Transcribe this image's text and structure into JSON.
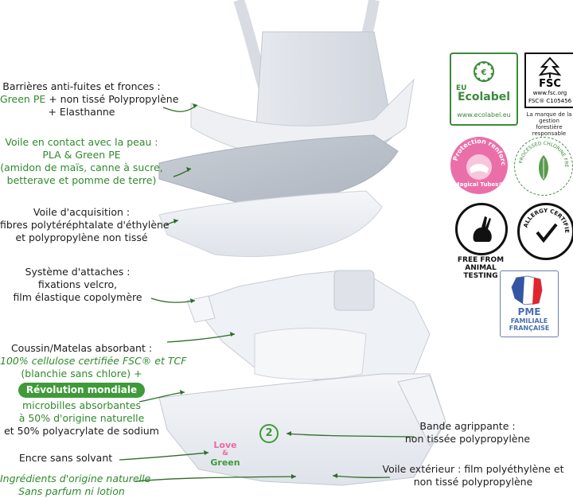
{
  "labels": {
    "barrieres": {
      "lines": [
        {
          "text": "Barrières anti-fuites et fronces :",
          "cls": ""
        },
        {
          "text": "Green PE + non tissé Polypropylène",
          "cls": "green-part"
        },
        {
          "text": "+ Elasthanne",
          "cls": ""
        }
      ]
    },
    "voile_peau": {
      "lines": [
        "Voile en contact avec la peau :",
        "PLA & Green PE",
        "(amidon de maïs, canne à sucre,",
        "betterave et pomme de terre)"
      ]
    },
    "voile_acquisition": {
      "lines": [
        "Voile d'acquisition :",
        "fibres polytéréphtalate d'éthylène",
        "et polypropylène non tissé"
      ]
    },
    "attaches": {
      "lines": [
        "Système d'attaches :",
        "fixations velcro,",
        "film élastique copolymère"
      ]
    },
    "coussin": {
      "line1": "Coussin/Matelas absorbant :",
      "line2": "100% cellulose certifiée FSC® et TCF",
      "line3": "(blanchie sans chlore) +",
      "pill": "Révolution mondiale",
      "line4": "microbilles absorbantes",
      "line5": "à 50% d'origine naturelle",
      "line6": "et 50% polyacrylate de sodium"
    },
    "encre": {
      "text": "Encre sans solvant"
    },
    "ingredients": {
      "lines": [
        "Ingrédients d'origine naturelle",
        "Sans parfum ni lotion"
      ]
    },
    "bande": {
      "lines": [
        "Bande agrippante :",
        "non tissée polypropylène"
      ]
    },
    "voile_ext": {
      "lines": [
        "Voile extérieur : film polyéthylène et",
        "non tissé polypropylène"
      ]
    }
  },
  "barrieres_green": "Green PE",
  "barrieres_rest": " + non tissé Polypropylène",
  "diaper_brand": {
    "line1": "Love",
    "amp": "&",
    "line2": "Green"
  },
  "diaper_number": "2",
  "logos": {
    "ecolabel": {
      "eu": "EU",
      "name": "Ecolabel",
      "url": "www.ecolabel.eu"
    },
    "fsc": {
      "name": "FSC",
      "url": "www.fsc.org",
      "code": "FSC® C105456",
      "caption": [
        "La marque de la",
        "gestion forestière",
        "responsable"
      ]
    },
    "protection": {
      "ring_text": "Protection renforcée",
      "sub": "Magical Tubes®"
    },
    "chlorine": {
      "ring_text": "PROCESSED CHLORINE FREE"
    },
    "animal": {
      "caption": [
        "FREE FROM",
        "ANIMAL",
        "TESTING"
      ]
    },
    "allergy": {
      "ring_text": "ALLERGY CERTIFIED"
    },
    "pme": {
      "line1": "PME",
      "line2": "FAMILIALE",
      "line3": "FRANÇAISE"
    }
  },
  "colors": {
    "green": "#2f8a2c",
    "eco_green": "#3c8a3a",
    "pink": "#e96aa6",
    "blue": "#4a6fb0"
  }
}
